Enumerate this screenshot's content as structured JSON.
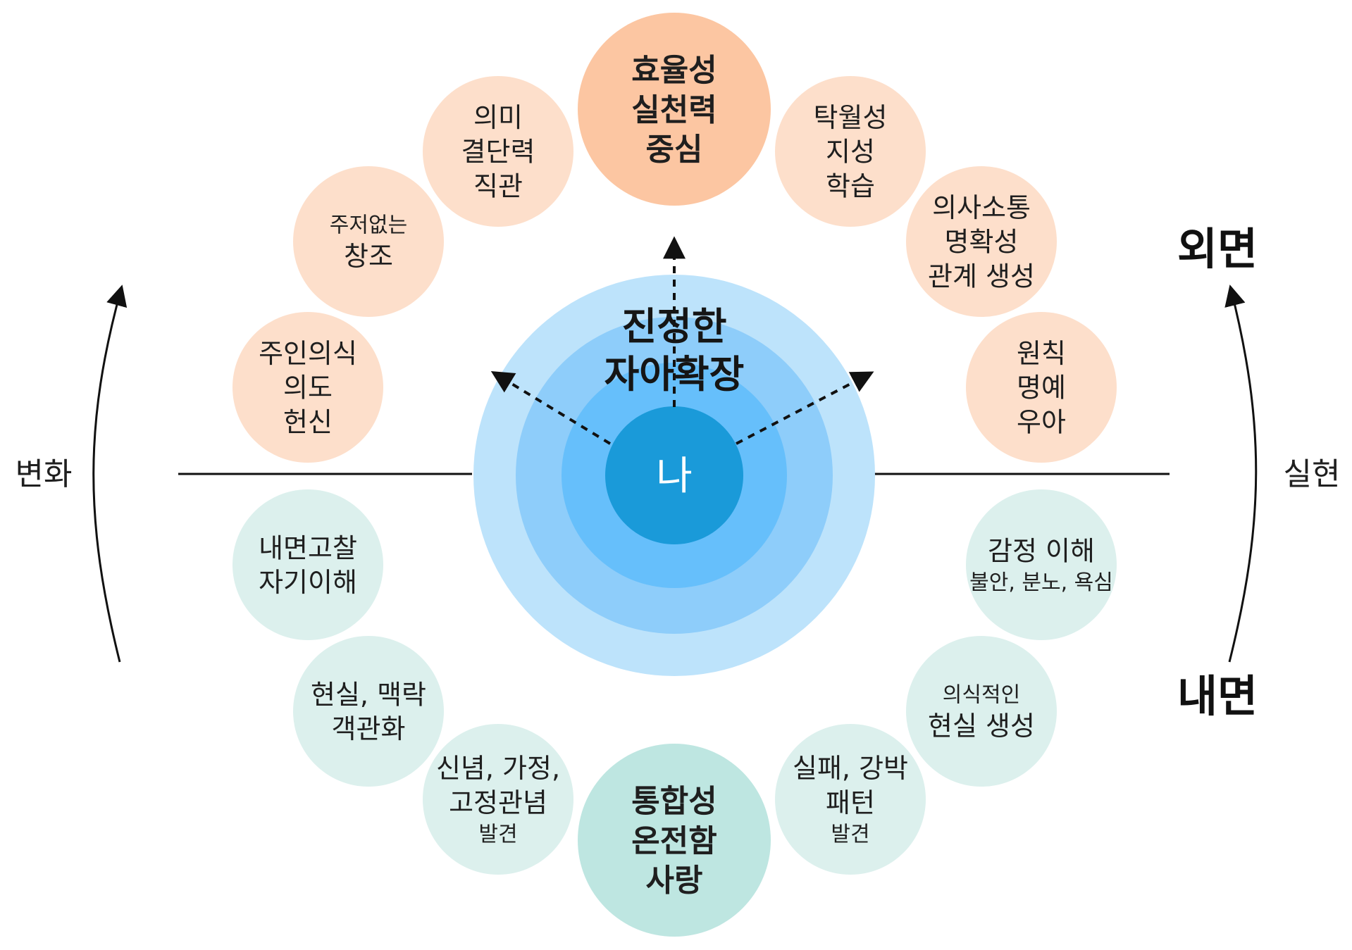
{
  "center": {
    "core_label": "나",
    "title_lines": [
      "진정한",
      "자아확장"
    ],
    "colors": {
      "outer": "#bde3fb",
      "ring2": "#8ecdfa",
      "ring3": "#66bffb",
      "core": "#1a9ad9",
      "core_text": "#ffffff"
    }
  },
  "side_labels": {
    "left": "변화",
    "right": "실현",
    "outer": "외면",
    "inner": "내면"
  },
  "colors": {
    "upper_main": "#fcc6a2",
    "upper": "#fddfcb",
    "lower_main": "#bee6e1",
    "lower": "#dcf0ed",
    "line": "#111111"
  },
  "upper_nodes": [
    {
      "id": "upper-main",
      "lines": [
        "효율성",
        "실천력",
        "중심"
      ],
      "bold": true
    },
    {
      "id": "upper-meaning",
      "lines": [
        "의미",
        "결단력",
        "직관"
      ]
    },
    {
      "id": "upper-creation",
      "small": "주저없는",
      "lines": [
        "창조"
      ]
    },
    {
      "id": "upper-ownership",
      "lines": [
        "주인의식",
        "의도",
        "헌신"
      ]
    },
    {
      "id": "upper-excellence",
      "lines": [
        "탁월성",
        "지성",
        "학습"
      ]
    },
    {
      "id": "upper-communication",
      "lines": [
        "의사소통",
        "명확성",
        "관계 생성"
      ]
    },
    {
      "id": "upper-principle",
      "lines": [
        "원칙",
        "명예",
        "우아"
      ]
    }
  ],
  "lower_nodes": [
    {
      "id": "lower-main",
      "lines": [
        "통합성",
        "온전함",
        "사랑"
      ],
      "bold": true
    },
    {
      "id": "lower-introspection",
      "lines": [
        "내면고찰",
        "자기이해"
      ]
    },
    {
      "id": "lower-reality",
      "lines": [
        "현실, 맥락",
        "객관화"
      ]
    },
    {
      "id": "lower-beliefs",
      "lines": [
        "신념, 가정,",
        "고정관념"
      ],
      "small_after": "발견"
    },
    {
      "id": "lower-emotion",
      "lines": [
        "감정 이해"
      ],
      "small_after": "불안, 분노, 욕심"
    },
    {
      "id": "lower-conscious",
      "small": "의식적인",
      "lines": [
        "현실 생성"
      ]
    },
    {
      "id": "lower-failure",
      "lines": [
        "실패, 강박",
        "패턴"
      ],
      "small_after": "발견"
    }
  ]
}
